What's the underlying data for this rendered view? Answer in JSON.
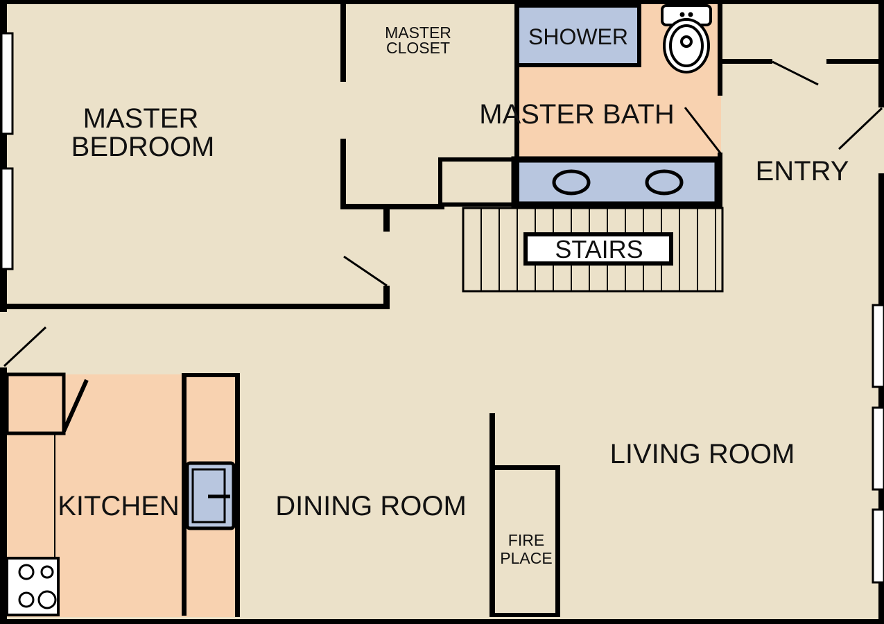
{
  "colors": {
    "floor": "#ebe1c9",
    "wet_area": "#f8d2b0",
    "fixture": "#b8c6df",
    "wall": "#000000",
    "window": "#ffffff",
    "label": "#111111"
  },
  "rooms": {
    "master_bedroom": [
      "MASTER",
      "BEDROOM"
    ],
    "master_closet": [
      "MASTER",
      "CLOSET"
    ],
    "shower": "SHOWER",
    "master_bath": "MASTER BATH",
    "entry": "ENTRY",
    "stairs": "STAIRS",
    "kitchen": "KITCHEN",
    "dining_room": "DINING ROOM",
    "living_room": "LIVING ROOM",
    "fireplace": [
      "FIRE",
      "PLACE"
    ]
  },
  "icons": [
    "toilet-icon",
    "sink-icon",
    "stove-icon",
    "door-swing-icon",
    "window-icon"
  ]
}
